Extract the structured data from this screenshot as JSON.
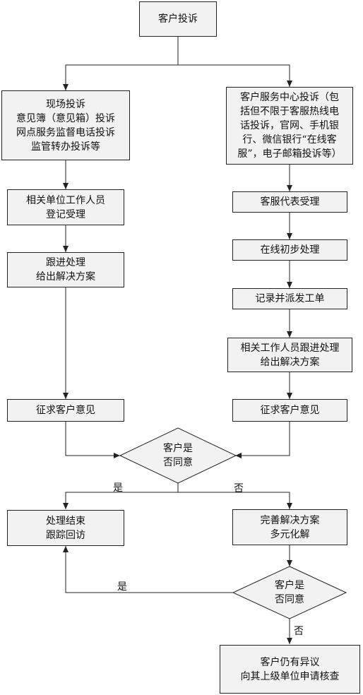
{
  "start": "客户投诉",
  "left": {
    "channel": [
      "现场投诉",
      "意见簿（意见箱）投诉",
      "网点服务监督电话投诉",
      "监管转办投诉等"
    ],
    "register": [
      "相关单位工作人员",
      "登记受理"
    ],
    "handle": [
      "跟进处理",
      "给出解决方案"
    ],
    "feedback": "征求客户意见"
  },
  "right": {
    "channel": [
      "客户服务中心投诉（包",
      "括但不限于客服热线电",
      "话投诉，官网、手机银",
      "行、微信银行“在线客",
      "服”，电子邮箱投诉等）"
    ],
    "accept": "客服代表受理",
    "online": "在线初步处理",
    "dispatch": "记录并派发工单",
    "handle": [
      "相关工作人员跟进处理",
      "给出解决方案"
    ],
    "feedback": "征求客户意见"
  },
  "decision1": [
    "客户是",
    "否同意"
  ],
  "decision2": [
    "客户是",
    "否同意"
  ],
  "yes": "是",
  "no": "否",
  "close": [
    "处理结束",
    "跟踪回访"
  ],
  "improve": [
    "完善解决方案",
    "多元化解"
  ],
  "escalate": [
    "客户仍有异议",
    "向其上级单位申请核查"
  ]
}
